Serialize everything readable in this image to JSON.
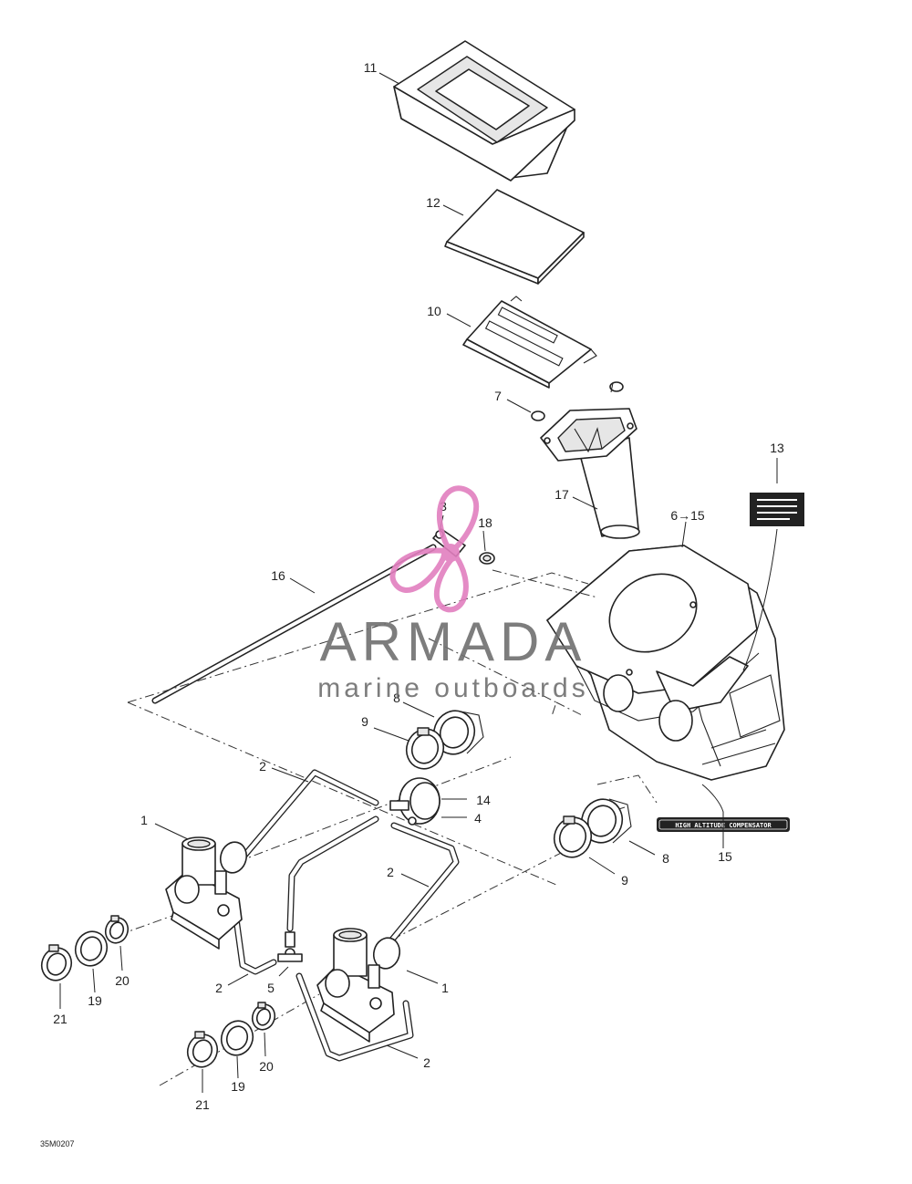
{
  "diagram": {
    "callouts": {
      "c11": "11",
      "c12": "12",
      "c10": "10",
      "c7": "7",
      "c17": "17",
      "c13": "13",
      "c6_15": "6→15",
      "c3": "3",
      "c18": "18",
      "c16": "16",
      "c8a": "8",
      "c9a": "9",
      "c2a": "2",
      "c14": "14",
      "c4": "4",
      "c1a": "1",
      "c15": "15",
      "c8b": "8",
      "c9b": "9",
      "c2b": "2",
      "c21a": "21",
      "c19a": "19",
      "c20a": "20",
      "c2c": "2",
      "c5": "5",
      "c1b": "1",
      "c21b": "21",
      "c19b": "19",
      "c20b": "20",
      "c2d": "2"
    },
    "decal_label": "HIGH ALTITUDE COMPENSATOR",
    "drawing_code": "35M0207"
  },
  "watermark": {
    "brand": "ARMADA",
    "tagline": "marine outboards",
    "logo_color": "#e27fbf",
    "text_color": "#6f6f6f"
  }
}
